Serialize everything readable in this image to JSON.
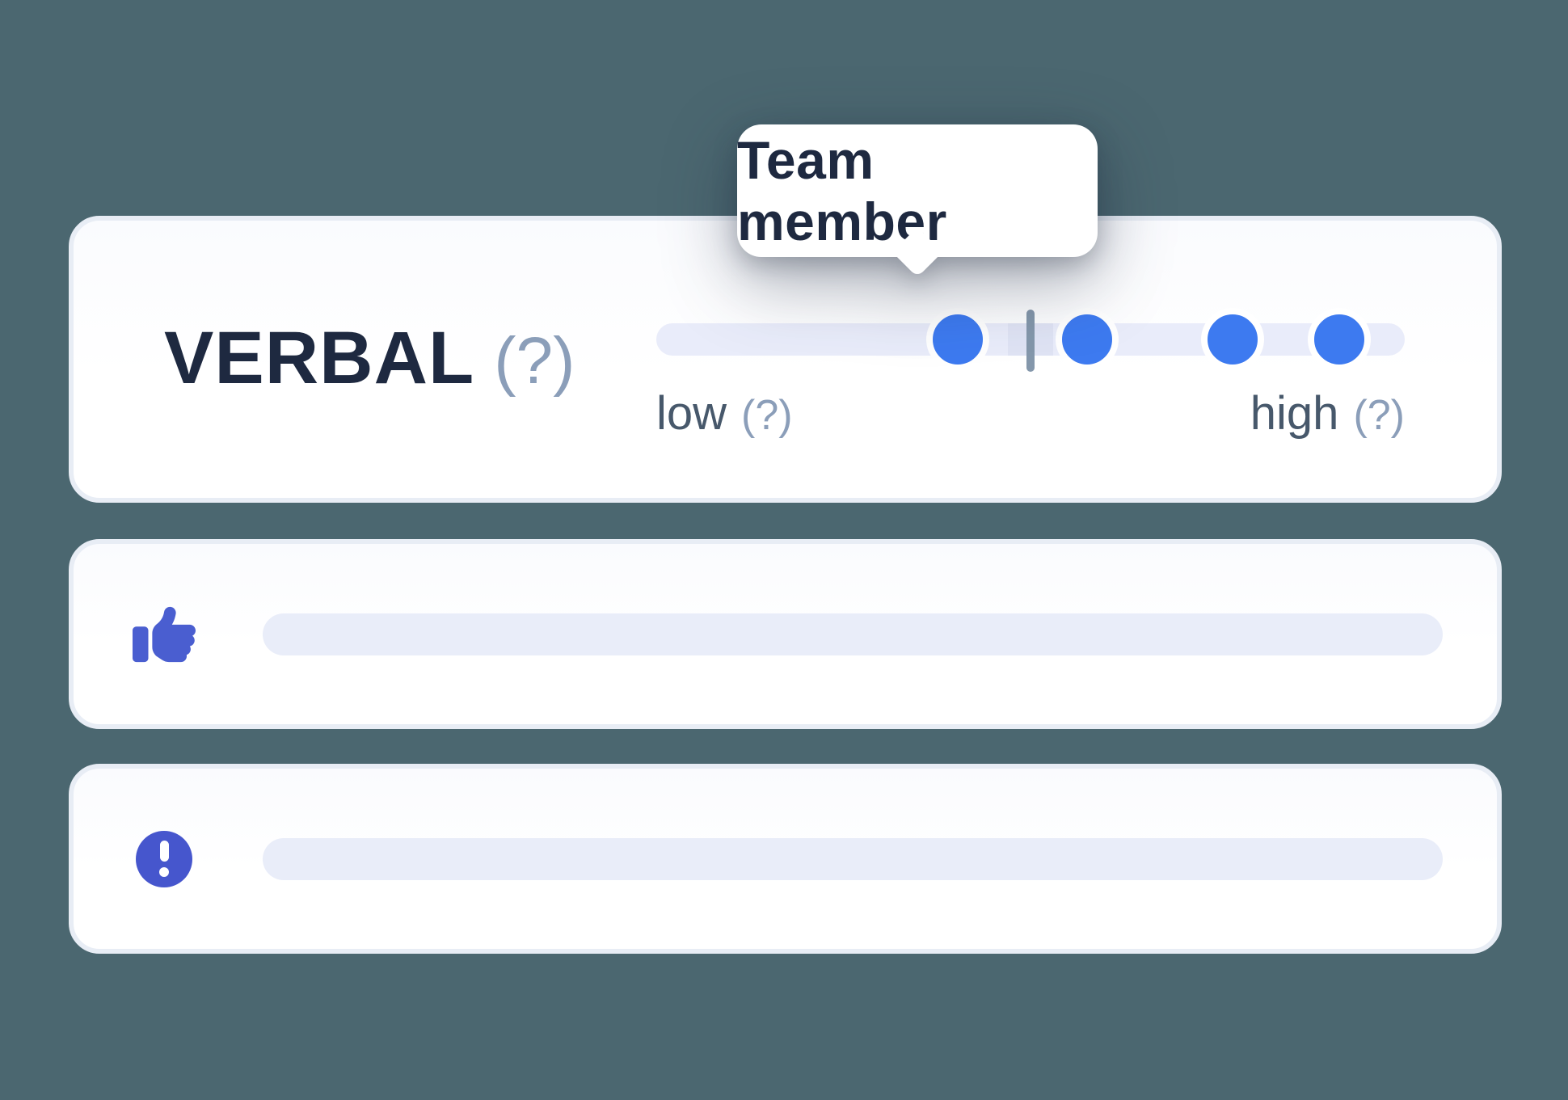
{
  "tooltip": {
    "label": "Team member"
  },
  "verbal_card": {
    "title": "VERBAL",
    "title_help": "(?)",
    "slider": {
      "low_label": "low",
      "low_help": "(?)",
      "high_label": "high",
      "high_help": "(?)",
      "dots_percent": [
        40.3,
        57.6,
        77.0,
        91.3
      ],
      "marker_percent": 50
    }
  },
  "positive_card": {
    "icon": "thumbs-up-icon"
  },
  "alert_card": {
    "icon": "alert-icon"
  },
  "colors": {
    "background": "#4b6770",
    "accent": "#3d7af0",
    "indigo": "#4a5ed0",
    "indigo2": "#4656cd",
    "track": "#e9ecfa",
    "band": "#dfe3f4",
    "marker": "#8497ab",
    "navy": "#1e2940",
    "muted": "#47586b",
    "help": "#8b9eb9",
    "cardborder": "#e8edf5",
    "skeleton": "#e9edf9"
  }
}
